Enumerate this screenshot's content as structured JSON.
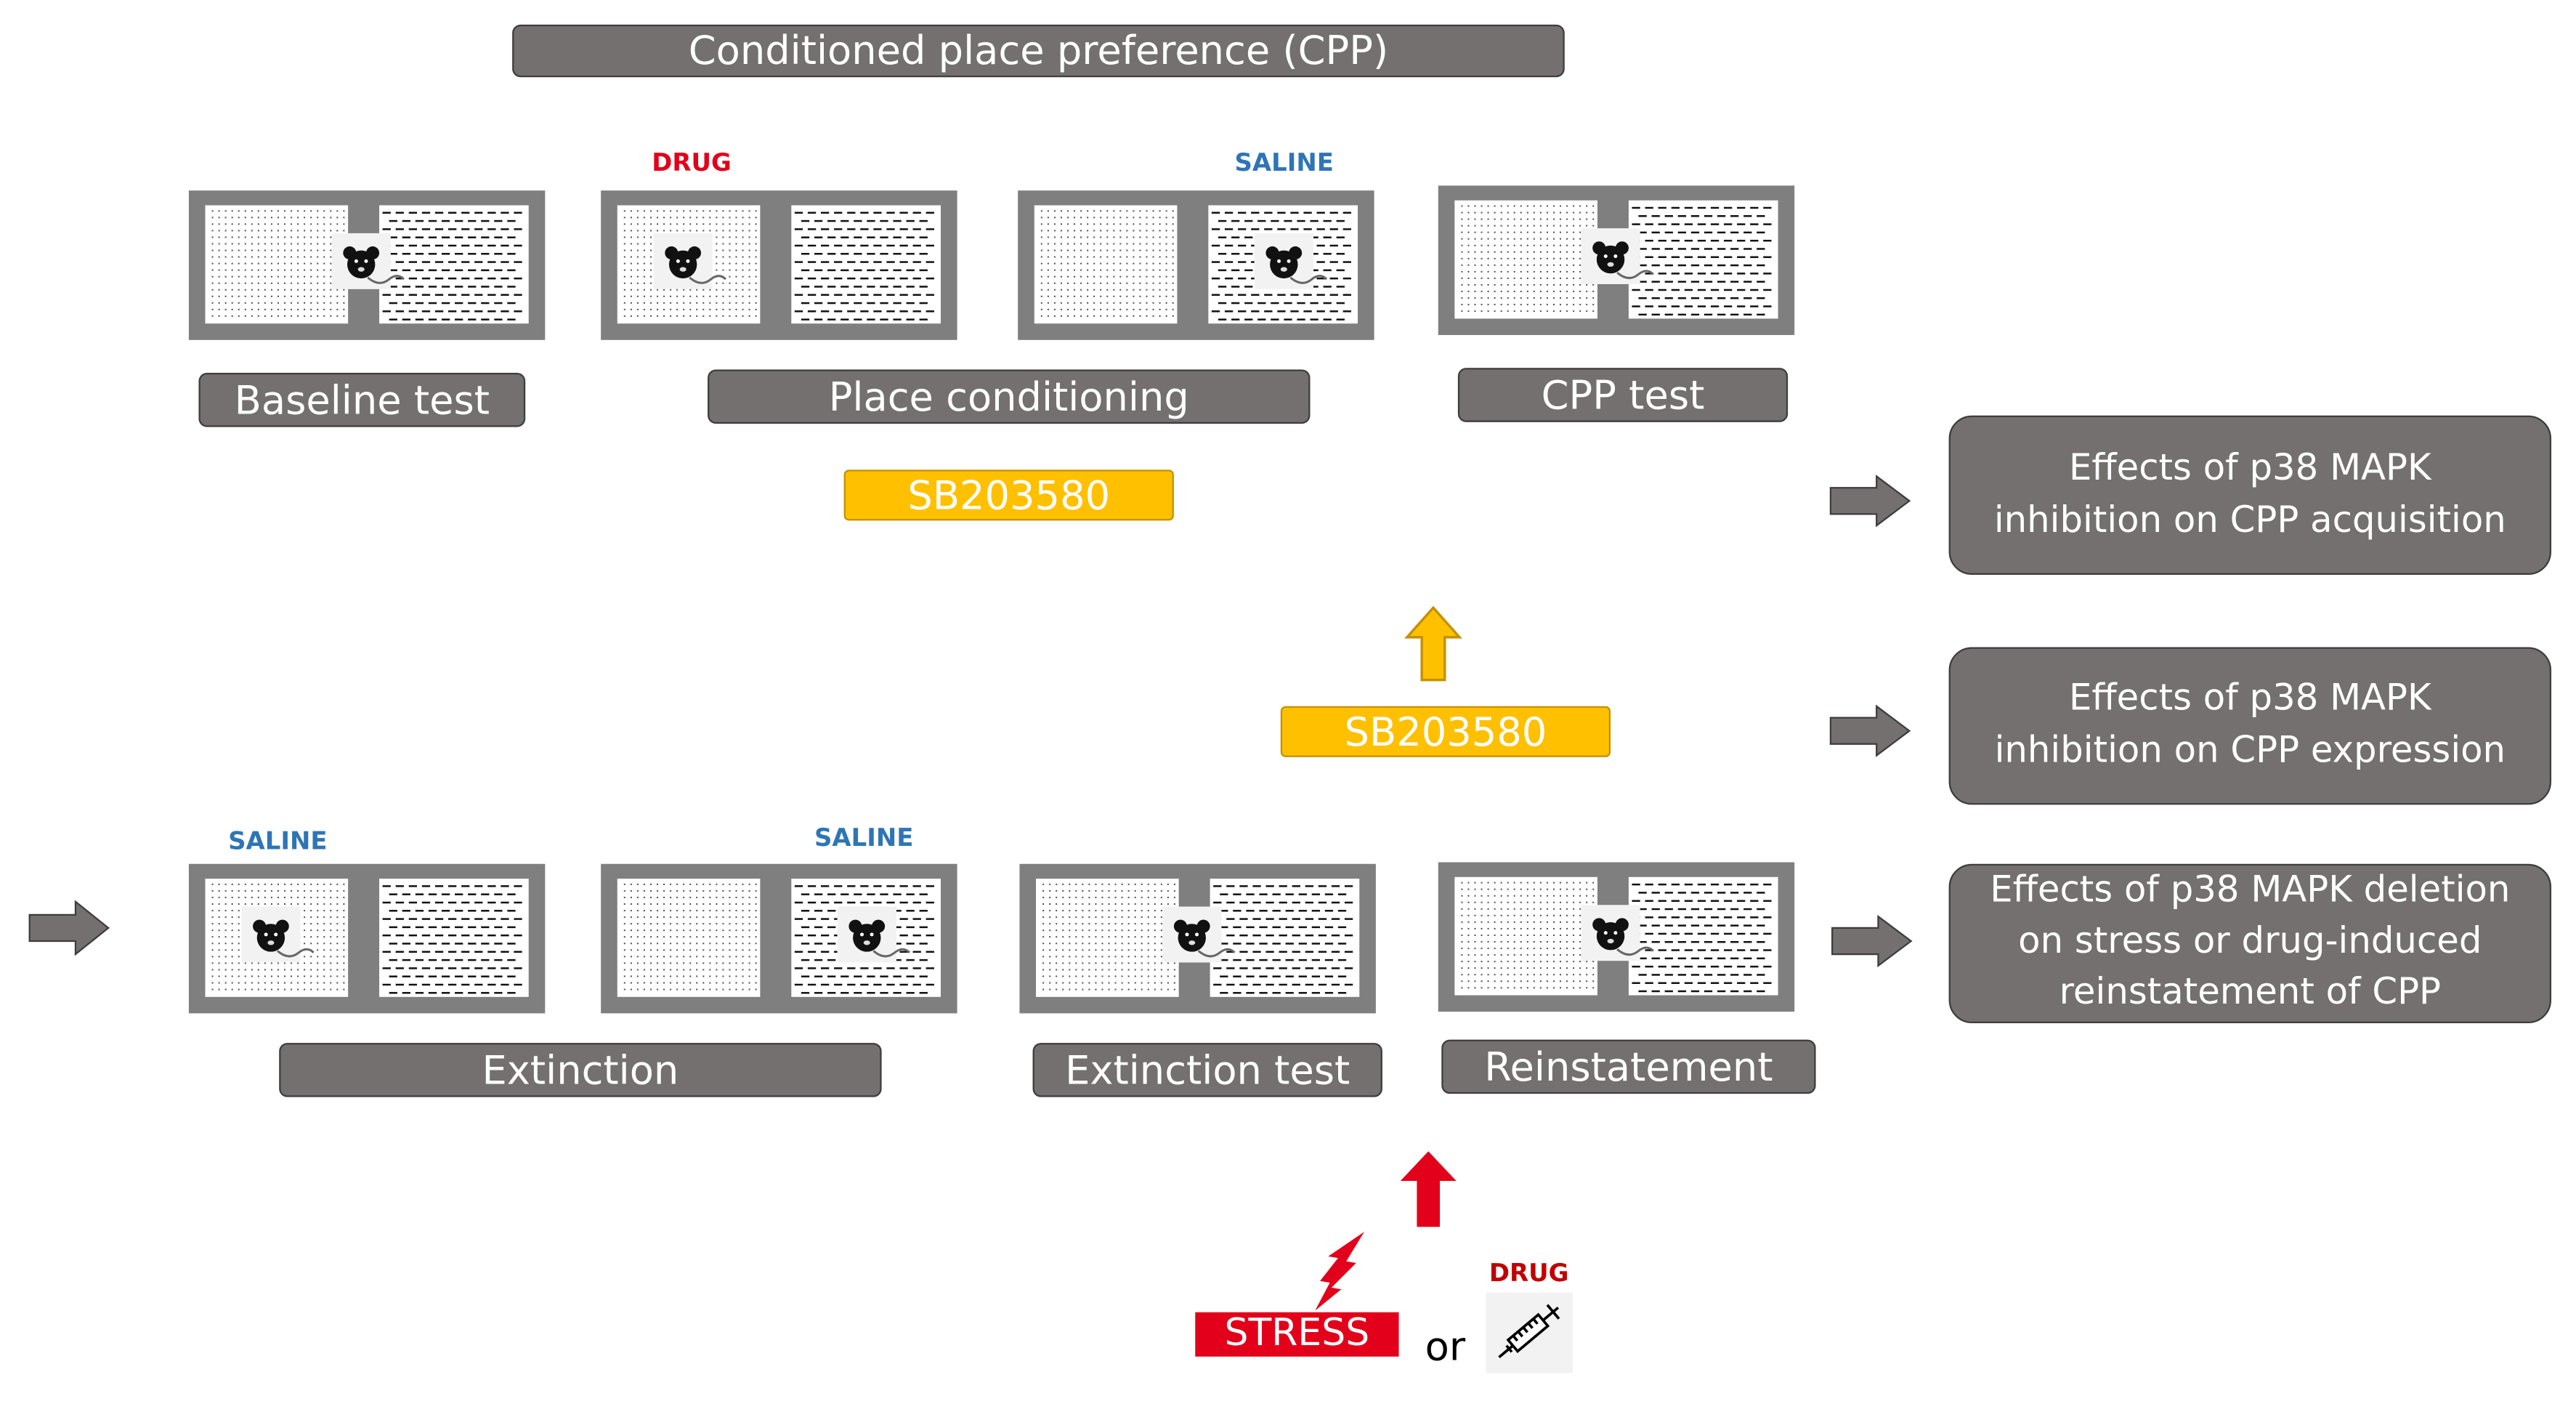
{
  "title": "Conditioned place preference (CPP)",
  "stages": {
    "baseline_test": "Baseline test",
    "place_conditioning": "Place conditioning",
    "cpp_test": "CPP test",
    "extinction": "Extinction",
    "extinction_test": "Extinction test",
    "reinstatement": "Reinstatement"
  },
  "tags": {
    "drug": "DRUG",
    "saline": "SALINE",
    "saline_ext_1": "SALINE",
    "saline_ext_2": "SALINE",
    "drug_reinstatement": "DRUG"
  },
  "treatment": {
    "conditioning": "SB203580",
    "test": "SB203580"
  },
  "effects": {
    "acquisition": [
      "Effects of p38 MAPK",
      "inhibition on CPP acquisition"
    ],
    "expression": [
      "Effects of p38 MAPK",
      "inhibition on CPP expression"
    ],
    "reinstatement": [
      "Effects of p38 MAPK deletion",
      "on stress or drug-induced",
      "reinstatement of CPP"
    ]
  },
  "triggers": {
    "stress": "STRESS",
    "or": "or"
  },
  "icons": {
    "mouse": "mouse-icon",
    "syringe": "syringe-icon",
    "lightning": "lightning-icon",
    "flow_arrow": "arrow-right-icon",
    "up_arrow": "arrow-up-icon"
  },
  "colors": {
    "label_fill": "#747070",
    "label_border": "#3f3c3c",
    "box_frame": "#7f7f7f",
    "treatment_fill": "#ffc000",
    "drug_text": "#e2001a",
    "saline_text": "#2e75b6",
    "stress_fill": "#e2001a"
  }
}
